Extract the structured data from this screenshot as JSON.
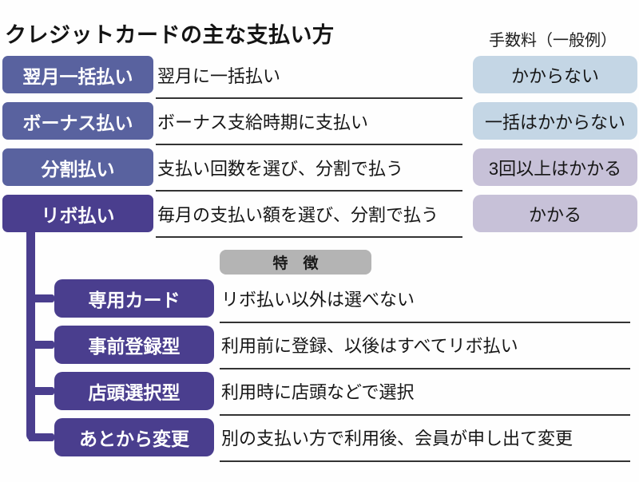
{
  "title": "クレジットカードの主な支払い方",
  "fee_column_header": "手数料（一般例）",
  "features_header": "特　徴",
  "payment_methods": [
    {
      "label": "翌月一括払い",
      "description": "翌月に一括払い",
      "fee": "かからない"
    },
    {
      "label": "ボーナス払い",
      "description": "ボーナス支給時期に支払い",
      "fee": "一括はかからない"
    },
    {
      "label": "分割払い",
      "description": "支払い回数を選び、分割で払う",
      "fee": "3回以上はかかる"
    },
    {
      "label": "リボ払い",
      "description": "毎月の支払い額を選び、分割で払う",
      "fee": "かかる"
    }
  ],
  "revolving_types": [
    {
      "label": "専用カード",
      "description": "リボ払い以外は選べない"
    },
    {
      "label": "事前登録型",
      "description": "利用前に登録、以後はすべてリボ払い"
    },
    {
      "label": "店頭選択型",
      "description": "利用時に店頭などで選択"
    },
    {
      "label": "あとから変更",
      "description": "別の支払い方で利用後、会員が申し出て変更"
    }
  ],
  "colors": {
    "label_blue": "#59629f",
    "label_purple": "#4a3e8e",
    "fee_no_charge_blue": "#c4d6e5",
    "fee_charge_purple": "#c7c1d8",
    "features_header_gray": "#b4b4b4"
  }
}
